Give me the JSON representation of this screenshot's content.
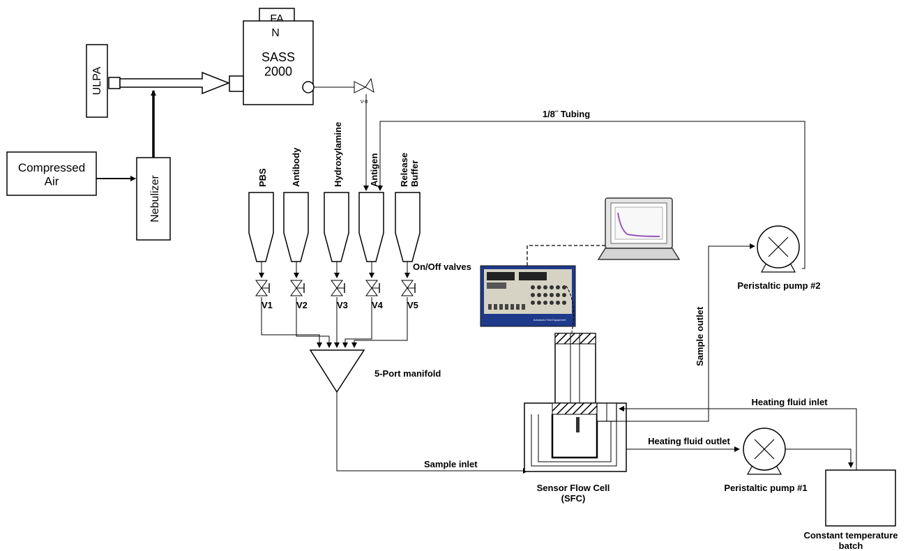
{
  "labels": {
    "ulpa": "ULPA",
    "compressed_air": "Compressed\nAir",
    "nebulizer": "Nebulizer",
    "fa": "FA",
    "n": "N",
    "sass": "SASS\n2000",
    "v0": "V-0",
    "tubing": "1/8˝ Tubing",
    "pbs": "PBS",
    "antibody": "Antibody",
    "hydroxylamine": "Hydroxylamine",
    "antigen": "Antigen",
    "release_buffer": "Release\nBuffer",
    "onoff": "On/Off valves",
    "v1": "V1",
    "v2": "V2",
    "v3": "V3",
    "v4": "V4",
    "v5": "V5",
    "manifold": "5-Port manifold",
    "sample_inlet": "Sample inlet",
    "sfc": "Sensor Flow Cell\n(SFC)",
    "sample_outlet": "Sample outlet",
    "pump2": "Peristaltic pump #2",
    "pump1": "Peristaltic pump #1",
    "heating_inlet": "Heating fluid inlet",
    "heating_outlet": "Heating fluid outlet",
    "ctb": "Constant temperature\nbatch",
    "instrument_caption": "Advanced Test Equipment"
  },
  "colors": {
    "line": "#000000",
    "instrument_body": "#1e3a8a",
    "instrument_panel": "#d6d3c4",
    "laptop_screen": "#ffffff",
    "plot_curve": "#9b59b6"
  }
}
